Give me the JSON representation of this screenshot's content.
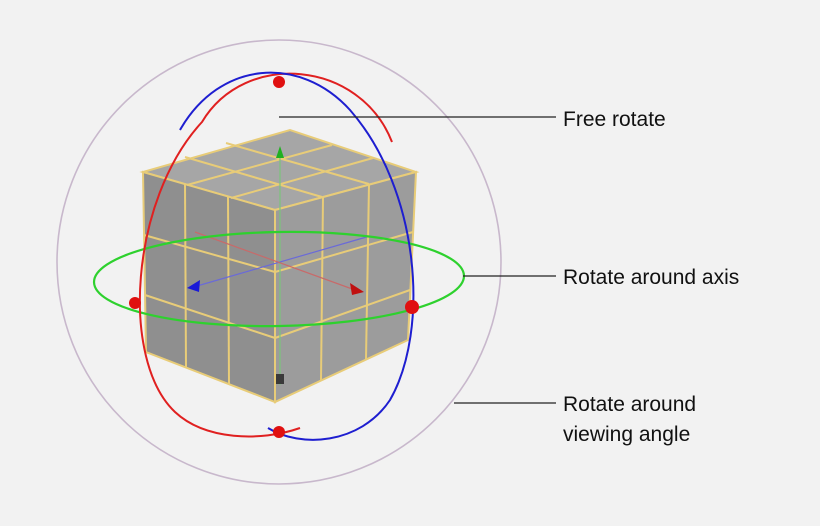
{
  "labels": {
    "free_rotate": "Free rotate",
    "rotate_axis": "Rotate around axis",
    "rotate_view_line1": "Rotate around",
    "rotate_view_line2": "viewing angle"
  },
  "colors": {
    "background": "#f2f2f2",
    "sphere_outline": "#c8b8cc",
    "cube_face": "#9a9a9a",
    "cube_top": "#a8a8a8",
    "cube_right": "#9c9c9c",
    "cube_left": "#8e8e8e",
    "grid_lines": "#e8cc78",
    "ring_red": "#e02020",
    "ring_blue": "#1e1ed0",
    "ring_green": "#2ed12e",
    "handle_red": "#e01010",
    "callout_line": "#222222"
  },
  "icons": [
    "rotate-handle-icon",
    "axis-arrow-icon"
  ]
}
